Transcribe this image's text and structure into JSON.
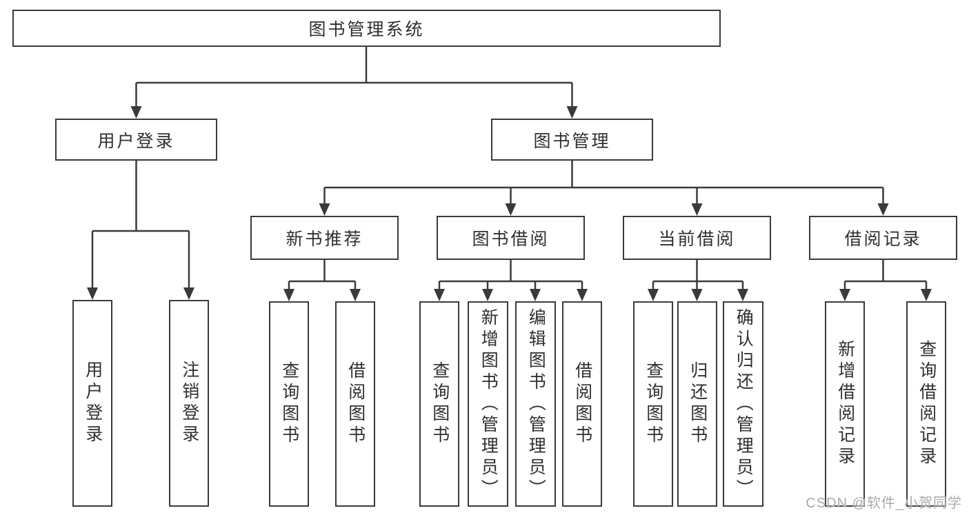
{
  "diagram": {
    "root": "图书管理系统",
    "branches": [
      {
        "label": "用户登录",
        "children": [
          "用户登录",
          "注销登录"
        ]
      },
      {
        "label": "图书管理",
        "groups": [
          {
            "label": "新书推荐",
            "children": [
              "查询图书",
              "借阅图书"
            ]
          },
          {
            "label": "图书借阅",
            "children": [
              "查询图书",
              "新增图书（管理员）",
              "编辑图书（管理员）",
              "借阅图书"
            ]
          },
          {
            "label": "当前借阅",
            "children": [
              "查询图书",
              "归还图书",
              "确认归还（管理员）"
            ]
          },
          {
            "label": "借阅记录",
            "children": [
              "新增借阅记录",
              "查询借阅记录"
            ]
          }
        ]
      }
    ]
  },
  "watermark": "CSDN @软件_小贺同学",
  "colors": {
    "line": "#3a3a3a",
    "text": "#2f2f2f",
    "background": "#ffffff",
    "watermark": "#a9a9b0"
  }
}
